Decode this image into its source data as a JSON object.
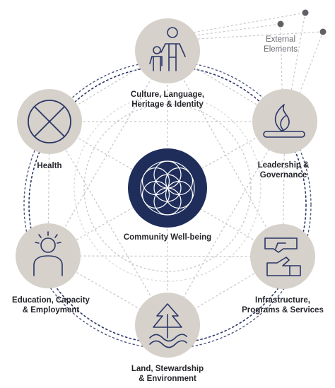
{
  "center": {
    "label": "Community Well-being",
    "fill": "#1f2d5a"
  },
  "node_fill": "#d6d1ca",
  "icon_stroke": "#2a3668",
  "ring_color": "#2a3668",
  "web_color": "#c9c9cc",
  "external": {
    "line1": "External",
    "line2": "Elements",
    "dot_color": "#5f6166"
  },
  "nodes": [
    {
      "id": "culture",
      "icon": "parent-child-icon",
      "line1": "Culture, Language,",
      "line2": "Heritage & Identity"
    },
    {
      "id": "leadership",
      "icon": "flame-icon",
      "line1": "Leadership &",
      "line2": "Governance"
    },
    {
      "id": "infrastructure",
      "icon": "hands-icon",
      "line1": "Infrastructure,",
      "line2": "Programs & Services"
    },
    {
      "id": "land",
      "icon": "tree-water-icon",
      "line1": "Land, Stewardship",
      "line2": "& Environment"
    },
    {
      "id": "education",
      "icon": "person-idea-icon",
      "line1": "Education, Capacity",
      "line2": "& Employment"
    },
    {
      "id": "health",
      "icon": "medicine-wheel-icon",
      "line1": "Health",
      "line2": ""
    }
  ]
}
